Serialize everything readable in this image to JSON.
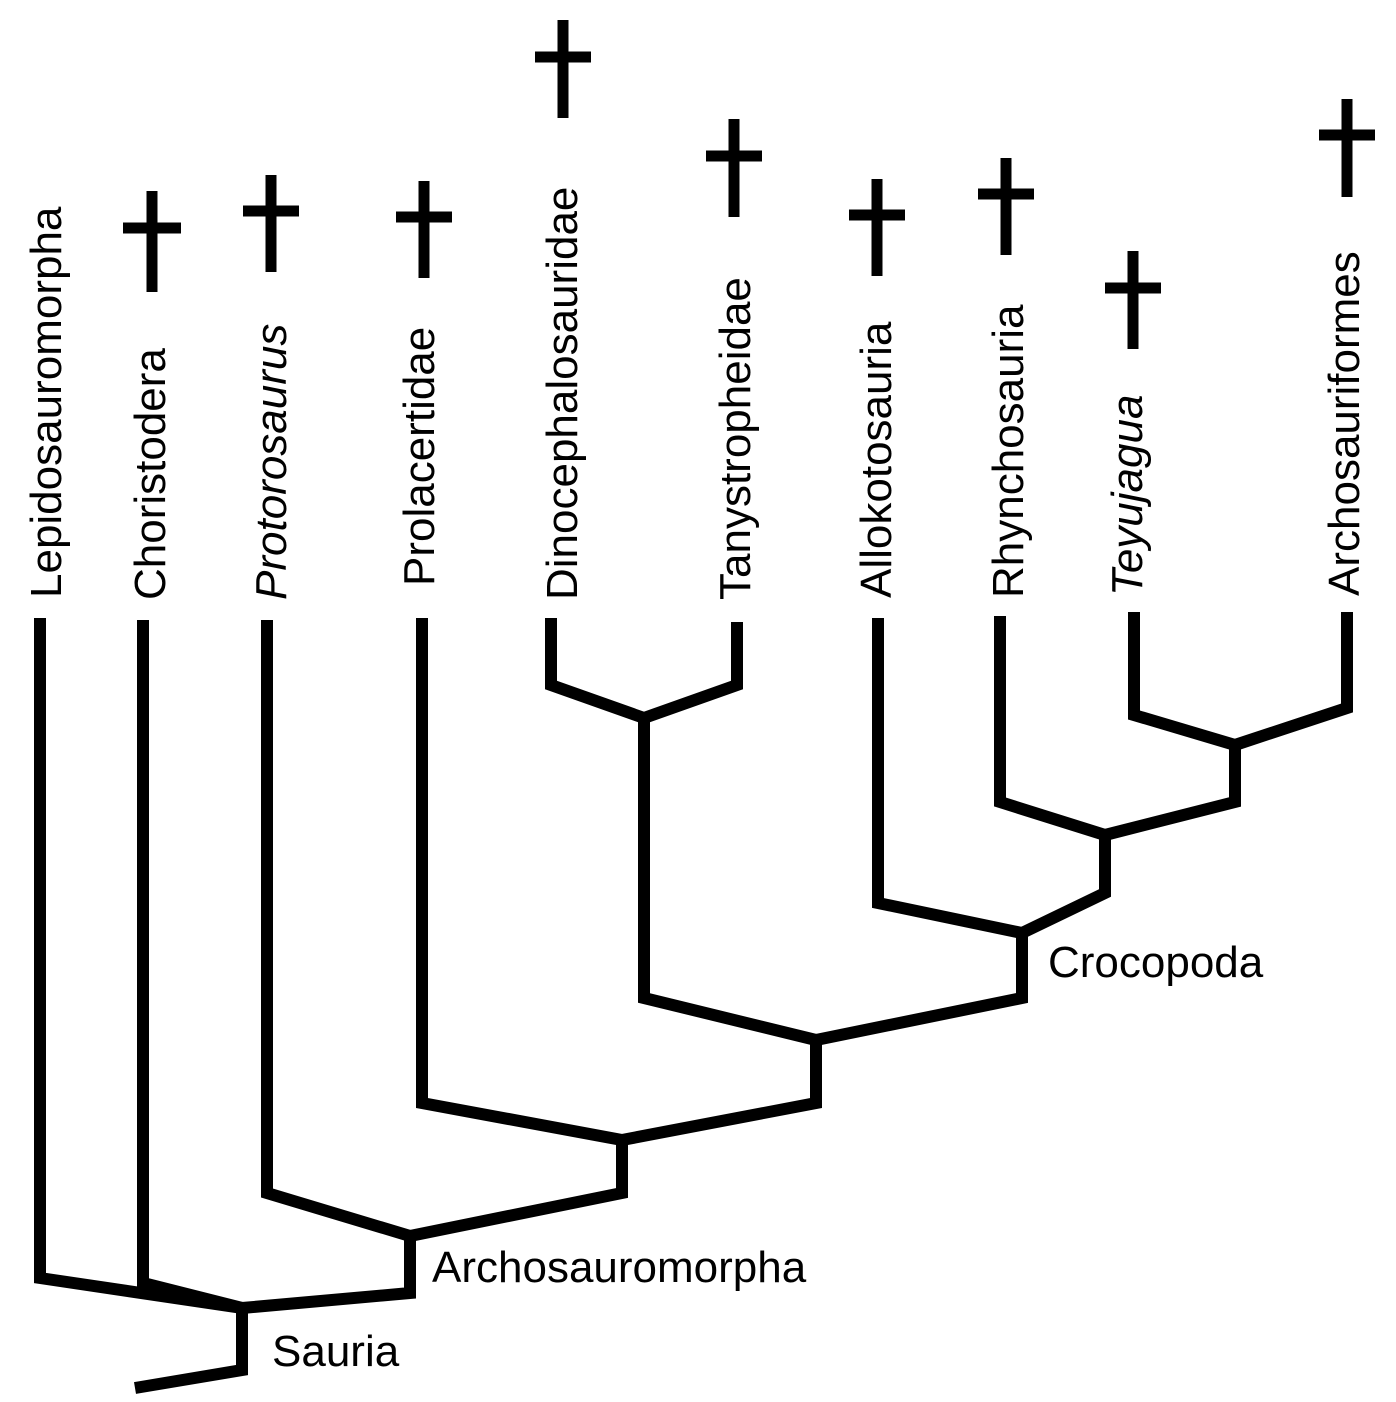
{
  "taxa": [
    {
      "name": "Lepidosauromorpha",
      "italic": false,
      "extinct": false
    },
    {
      "name": "Choristodera",
      "italic": false,
      "extinct": true
    },
    {
      "name": "Protorosaurus",
      "italic": true,
      "extinct": true
    },
    {
      "name": "Prolacertidae",
      "italic": false,
      "extinct": true
    },
    {
      "name": "Dinocephalosauridae",
      "italic": false,
      "extinct": true
    },
    {
      "name": "Tanystropheidae",
      "italic": false,
      "extinct": true
    },
    {
      "name": "Allokotosauria",
      "italic": false,
      "extinct": true
    },
    {
      "name": "Rhynchosauria",
      "italic": false,
      "extinct": true
    },
    {
      "name": "Teyujagua",
      "italic": true,
      "extinct": true
    },
    {
      "name": "Archosauriformes",
      "italic": false,
      "extinct": true
    }
  ],
  "clades": {
    "sauria": "Sauria",
    "archosauromorpha": "Archosauromorpha",
    "crocopoda": "Crocopoda"
  },
  "colors": {
    "line": "#000000",
    "background": "#ffffff"
  }
}
